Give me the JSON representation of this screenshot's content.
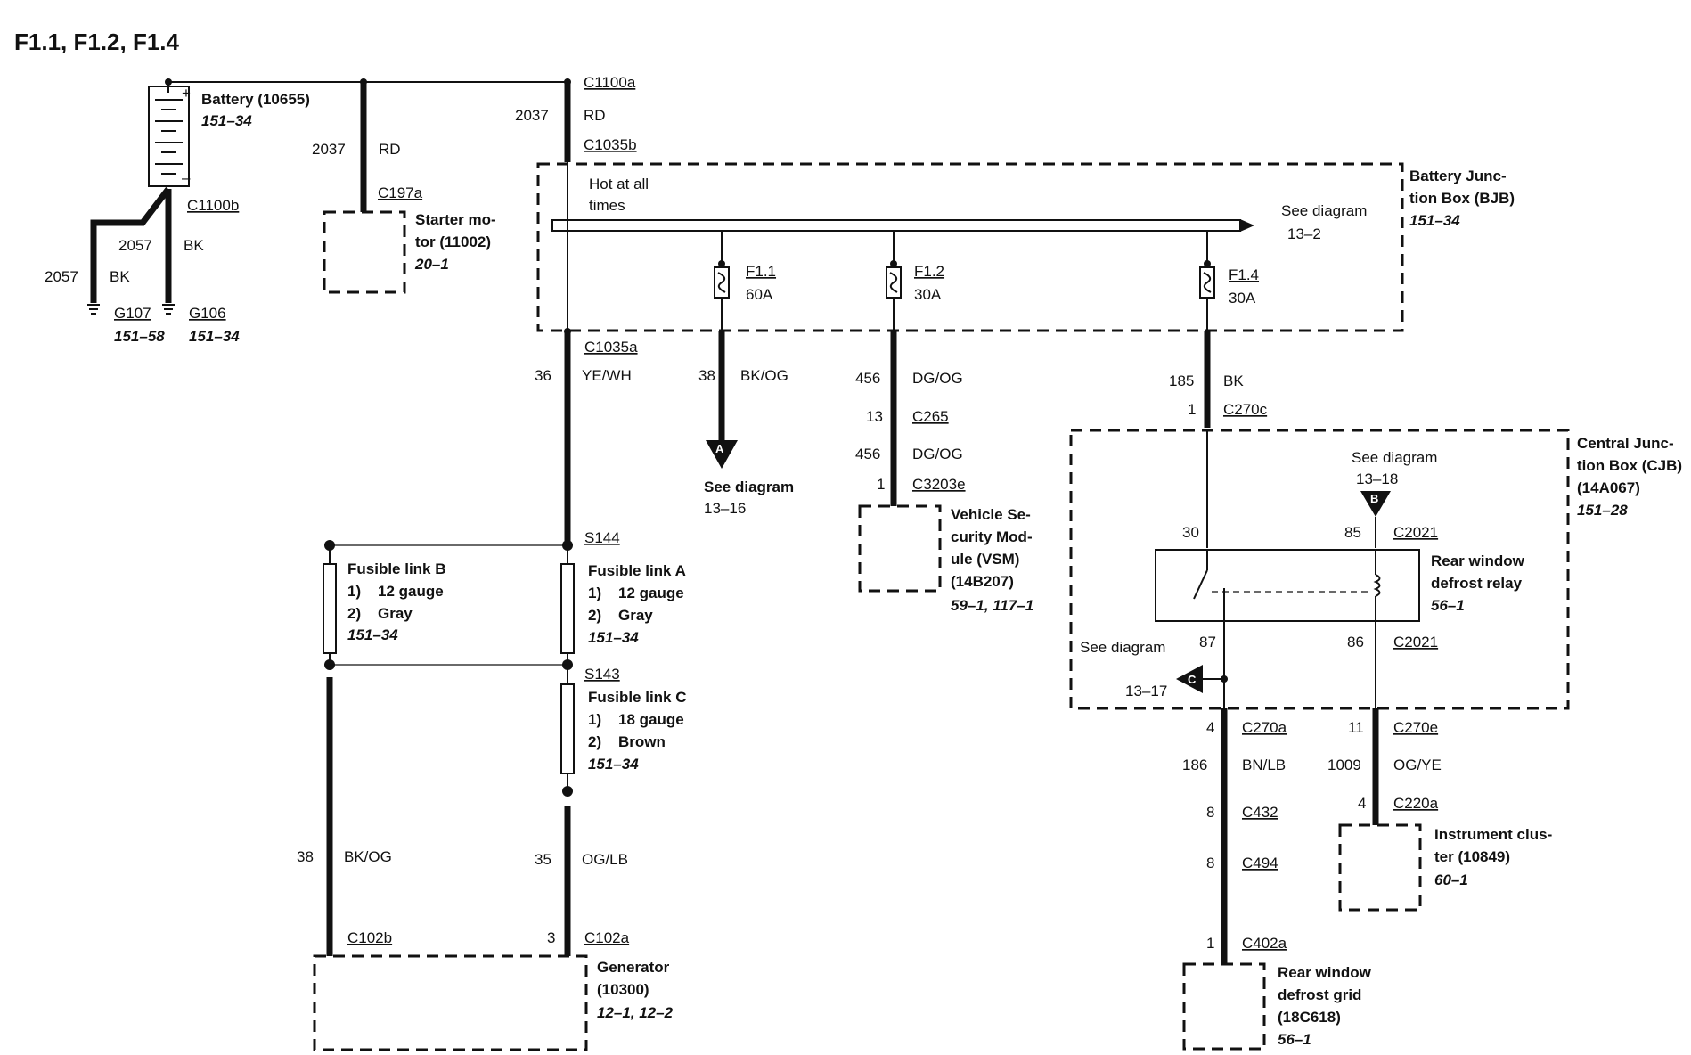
{
  "title": "F1.1, F1.2, F1.4",
  "battery": {
    "name": "Battery (10655)",
    "ref": "151–34"
  },
  "starter": {
    "line1": "Starter mo-",
    "line2": "tor (11002)",
    "ref": "20–1"
  },
  "bjb": {
    "line1": "Battery Junc-",
    "line2": "tion Box (BJB)",
    "ref": "151–34",
    "hot_line1": "Hot at all",
    "hot_line2": "times",
    "see1": "See diagram",
    "see2": "13–2"
  },
  "fuses": [
    {
      "name": "F1.1",
      "rating": "60A"
    },
    {
      "name": "F1.2",
      "rating": "30A"
    },
    {
      "name": "F1.4",
      "rating": "30A"
    }
  ],
  "grounds": {
    "g107": "G107",
    "g107_ref": "151–58",
    "g106": "G106",
    "g106_ref": "151–34"
  },
  "connectors": {
    "c1100a": "C1100a",
    "c1035b": "C1035b",
    "c1100b": "C1100b",
    "c197a": "C197a",
    "c1035a": "C1035a",
    "c265": "C265",
    "c3203e": "C3203e",
    "c270c": "C270c",
    "c2021_top": "C2021",
    "c2021_bot": "C2021",
    "c270a": "C270a",
    "c270e": "C270e",
    "c432": "C432",
    "c494": "C494",
    "c220a": "C220a",
    "c402a": "C402a",
    "c102b": "C102b",
    "c102a": "C102a",
    "s144": "S144",
    "s143": "S143"
  },
  "wires": {
    "w2037_main": "2037",
    "rd_main": "RD",
    "w2037_starter": "2037",
    "rd_starter": "RD",
    "w2057_a": "2057",
    "bk_a": "BK",
    "w2057_b": "2057",
    "bk_b": "BK",
    "w36": "36",
    "yewh": "YE/WH",
    "w38_a": "38",
    "bkog_a": "BK/OG",
    "w456_a": "456",
    "dgog_a": "DG/OG",
    "pin13": "13",
    "w456_b": "456",
    "dgog_b": "DG/OG",
    "pin1_vsm": "1",
    "w185": "185",
    "bk_185": "BK",
    "pin1_c270c": "1",
    "pin30": "30",
    "pin85": "85",
    "pin87": "87",
    "pin86": "86",
    "pin4_c270a": "4",
    "pin11_c270e": "11",
    "w186": "186",
    "bnlb": "BN/LB",
    "w1009": "1009",
    "ogye": "OG/YE",
    "pin8_c432": "8",
    "pin8_c494": "8",
    "pin4_c220a": "4",
    "pin1_c402a": "1",
    "w38_b": "38",
    "bkog_b": "BK/OG",
    "w35": "35",
    "oglb": "OG/LB",
    "pin3_c102a": "3"
  },
  "see_a": {
    "letter": "A",
    "line1": "See diagram",
    "line2": "13–16"
  },
  "vsm": {
    "line1": "Vehicle Se-",
    "line2": "curity Mod-",
    "line3": "ule (VSM)",
    "line4": "(14B207)",
    "ref": "59–1, 117–1"
  },
  "cjb": {
    "line1": "Central Junc-",
    "line2": "tion Box (CJB)",
    "line3": "(14A067)",
    "ref": "151–28",
    "see_b1": "See diagram",
    "see_b2": "13–18",
    "b_letter": "B",
    "see_c1": "See diagram",
    "see_c2": "13–17",
    "c_letter": "C"
  },
  "relay": {
    "line1": "Rear window",
    "line2": "defrost relay",
    "ref": "56–1"
  },
  "fusible_b": {
    "name": "Fusible link B",
    "gauge": "1)    12 gauge",
    "color": "2)    Gray",
    "ref": "151–34"
  },
  "fusible_a": {
    "name": "Fusible link A",
    "gauge": "1)    12 gauge",
    "color": "2)    Gray",
    "ref": "151–34"
  },
  "fusible_c": {
    "name": "Fusible link C",
    "gauge": "1)    18 gauge",
    "color": "2)    Brown",
    "ref": "151–34"
  },
  "cluster": {
    "line1": "Instrument clus-",
    "line2": "ter (10849)",
    "ref": "60–1"
  },
  "grid": {
    "line1": "Rear window",
    "line2": "defrost grid",
    "line3": "(18C618)",
    "ref": "56–1"
  },
  "generator": {
    "line1": "Generator",
    "line2": "(10300)",
    "ref": "12–1, 12–2"
  }
}
